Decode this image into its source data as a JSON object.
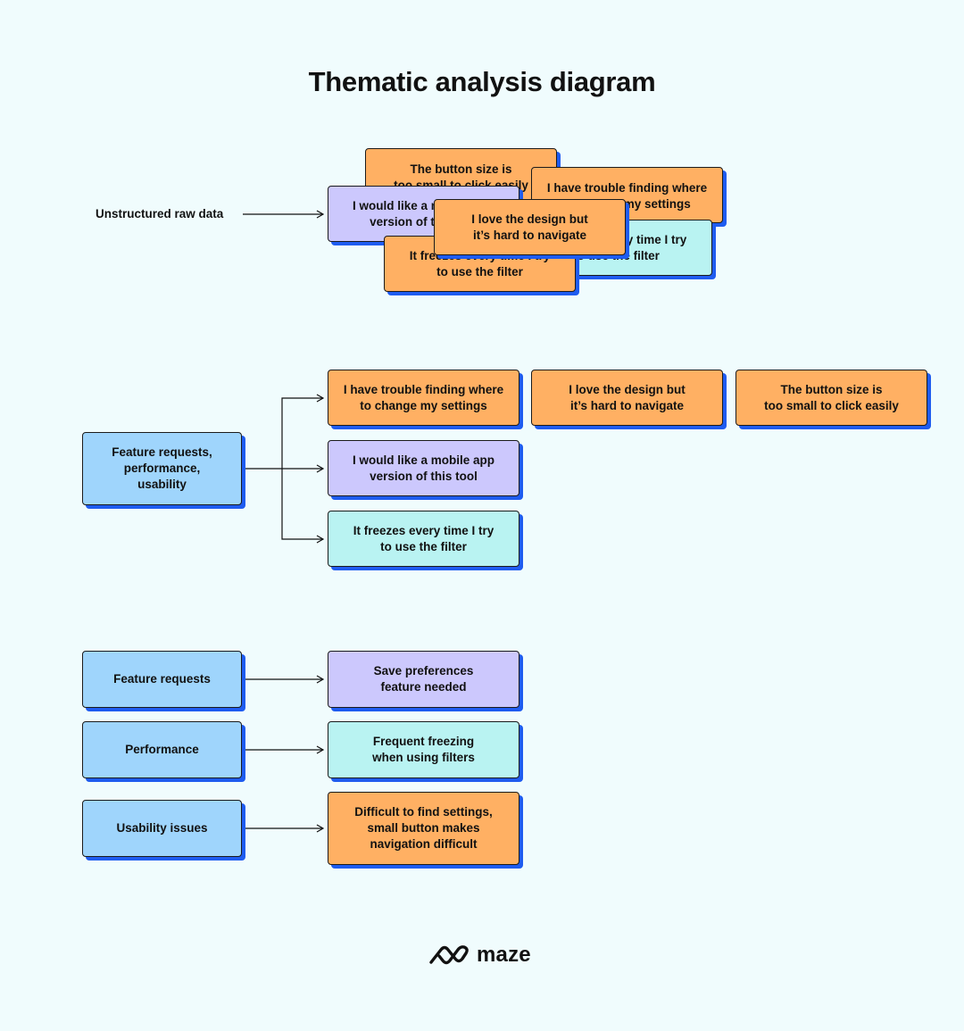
{
  "title": "Thematic analysis diagram",
  "section1": {
    "label": "Unstructured raw data",
    "cards": [
      "The button size is\ntoo small to click easily",
      "I have trouble finding where\nto change my settings",
      "It freezes every time I try\nto use the filter",
      "I would like a mobile app\nversion of this tool",
      "It freezes every time I try\nto use the filter",
      "I love the design but\nit’s hard to navigate"
    ]
  },
  "section2": {
    "theme": "Feature requests,\nperformance,\nusability",
    "cards": [
      "I have trouble finding where\nto change my settings",
      "I love the design but\nit’s hard to navigate",
      "The button size is\ntoo small to click easily",
      "I would like a mobile app\nversion of this tool",
      "It freezes every time I try\nto use the filter"
    ]
  },
  "section3": {
    "rows": [
      {
        "theme": "Feature requests",
        "insight": "Save preferences\nfeature needed"
      },
      {
        "theme": "Performance",
        "insight": "Frequent freezing\nwhen using filters"
      },
      {
        "theme": "Usability issues",
        "insight": "Difficult to find settings,\nsmall button makes\nnavigation difficult"
      }
    ]
  },
  "brand": {
    "name": "maze",
    "icon": "maze-logo-icon"
  },
  "colors": {
    "background": "#f0fcfd",
    "orange": "#ffb063",
    "purple": "#ccc8fd",
    "cyan": "#b9f3f2",
    "blue": "#9fd5fc",
    "shadow": "#1f5cf0"
  }
}
